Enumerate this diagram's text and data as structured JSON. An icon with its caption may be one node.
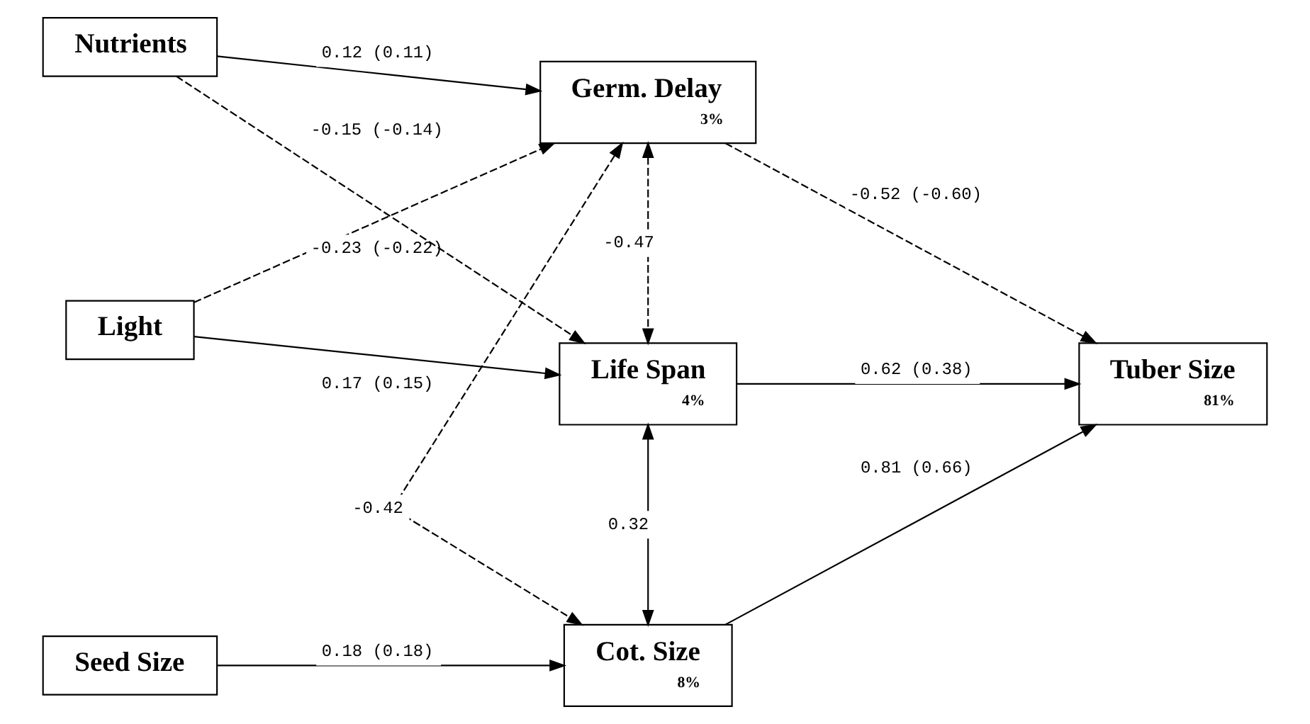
{
  "diagram": {
    "nodes": [
      {
        "text": [
          "Light"
        ]
      },
      {
        "text": [
          "Germ. Delay",
          "3%"
        ]
      },
      {
        "text": [
          "Nutrients"
        ]
      },
      {
        "text": [
          "Life Span",
          "4%"
        ]
      },
      {
        "text": [
          "Tuber Size",
          "81%"
        ]
      },
      {
        "text": [
          "Seed Size"
        ]
      },
      {
        "text": [
          "Cot. Size",
          "8%"
        ]
      }
    ],
    "edges": [
      {
        "from": 0,
        "to": 1,
        "arrow": "to",
        "style": "dashed",
        "label": "-0.23 (-0.22)"
      },
      {
        "from": 0,
        "to": 3,
        "arrow": "to",
        "label": "0.17 (0.15)"
      },
      {
        "from": 2,
        "to": 1,
        "arrow": "to",
        "label": "0.12 (0.11)"
      },
      {
        "from": 2,
        "to": 3,
        "arrow": "to",
        "style": "dashed",
        "label": "-0.15 (-0.14)"
      },
      {
        "from": 1,
        "to": 3,
        "arrow": "both",
        "style": "dashed",
        "label": "-0.47"
      },
      {
        "from": 1,
        "to": 4,
        "arrow": "to",
        "style": "dashed",
        "label": "-0.52 (-0.60)"
      },
      {
        "from": 1,
        "to": 6,
        "arrow": "both",
        "style": "dashed",
        "label": "-0.42"
      },
      {
        "from": 3,
        "to": 4,
        "arrow": "to",
        "label": "0.62 (0.38)"
      },
      {
        "from": 3,
        "to": 6,
        "arrow": "both",
        "label": "0.32"
      },
      {
        "from": 6,
        "to": 4,
        "arrow": "to",
        "label": "0.81 (0.66)"
      },
      {
        "from": 5,
        "to": 6,
        "arrow": "to",
        "label": "0.18 (0.18)"
      }
    ]
  }
}
